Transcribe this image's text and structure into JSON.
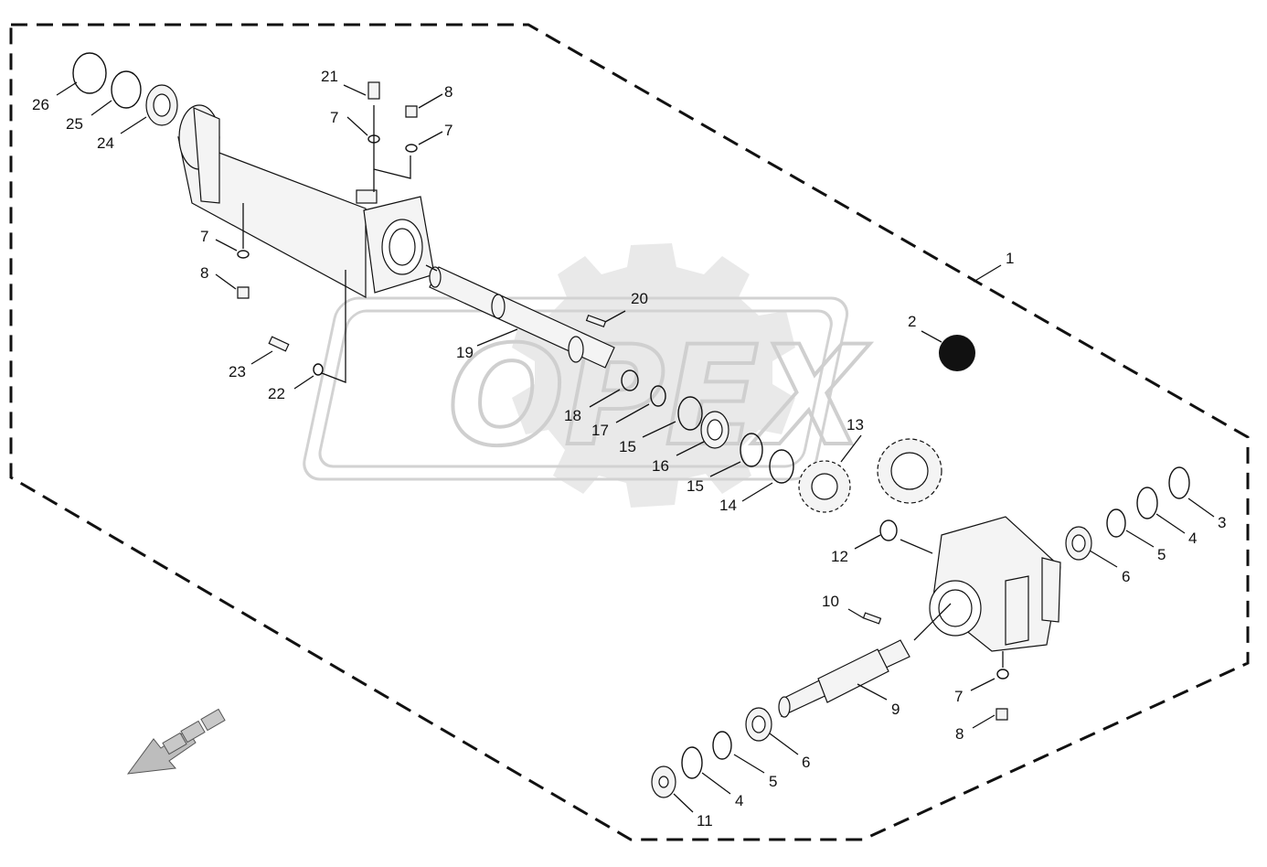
{
  "watermark": {
    "text": "OPEX",
    "color": "#d0d0d0"
  },
  "callouts": [
    "1",
    "2",
    "3",
    "4",
    "4",
    "5",
    "5",
    "6",
    "6",
    "7",
    "7",
    "7",
    "7",
    "8",
    "8",
    "8",
    "9",
    "10",
    "11",
    "12",
    "13",
    "14",
    "15",
    "15",
    "16",
    "17",
    "18",
    "19",
    "20",
    "21",
    "22",
    "23",
    "24",
    "25",
    "26"
  ],
  "colors": {
    "line": "#111111",
    "marker": "#111111",
    "background": "#ffffff"
  },
  "icons": {
    "direction_arrow": "direction-arrow-icon",
    "key_dot": "filled-circle-icon"
  }
}
